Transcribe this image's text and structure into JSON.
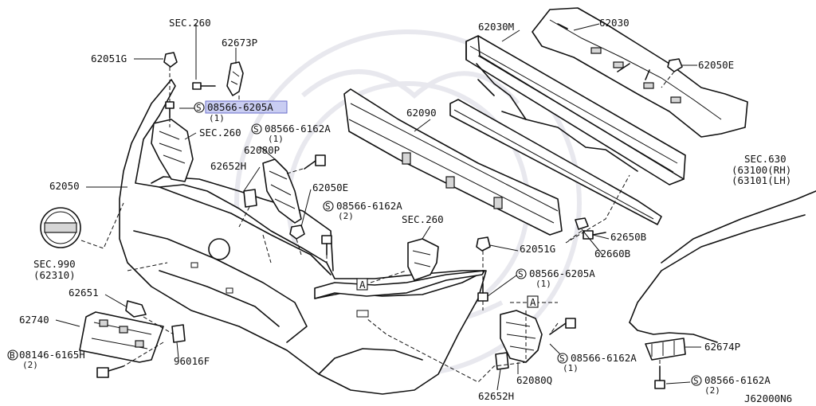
{
  "diagram": {
    "id_code": "J62000N6",
    "highlighted_part": "08566-6205A",
    "labels": {
      "sec260_top": "SEC.260",
      "p62673P": "62673P",
      "p62051G_left": "62051G",
      "p08566_6205A_top": "08566-6205A",
      "q1_top": "(1)",
      "sec260_mid": "SEC.260",
      "p08566_6162A_mid": "08566-6162A",
      "q1_mid": "(1)",
      "p62080P": "62080P",
      "p62652H_top": "62652H",
      "p62050E_mid": "62050E",
      "p08566_6162A_mid2": "08566-6162A",
      "q2_mid2": "(2)",
      "sec260_right": "SEC.260",
      "p62050": "62050",
      "p62090": "62090",
      "p62030M": "62030M",
      "p62030": "62030",
      "p62050E_right": "62050E",
      "sec630": "SEC.630",
      "p63100": "(63100(RH)",
      "p63101": "(63101(LH)",
      "p62650B": "62650B",
      "p62660B": "62660B",
      "p62051G_right": "62051G",
      "p08566_6205A_right": "08566-6205A",
      "q1_right": "(1)",
      "sec990": "SEC.990",
      "p62310": "(62310)",
      "p62651": "62651",
      "p62740": "62740",
      "p08146_6165H": "08146-6165H",
      "q2_bolt": "(2)",
      "p96016F": "96016F",
      "p62674P": "62674P",
      "p08566_6162A_lower": "08566-6162A",
      "q1_lower": "(1)",
      "p08566_6162A_bottom": "08566-6162A",
      "q2_bottom": "(2)",
      "p62080Q": "62080Q",
      "p62652H_bottom": "62652H",
      "ref_A1": "A",
      "ref_A2": "A",
      "prefix_S": "S",
      "prefix_B": "B"
    }
  }
}
